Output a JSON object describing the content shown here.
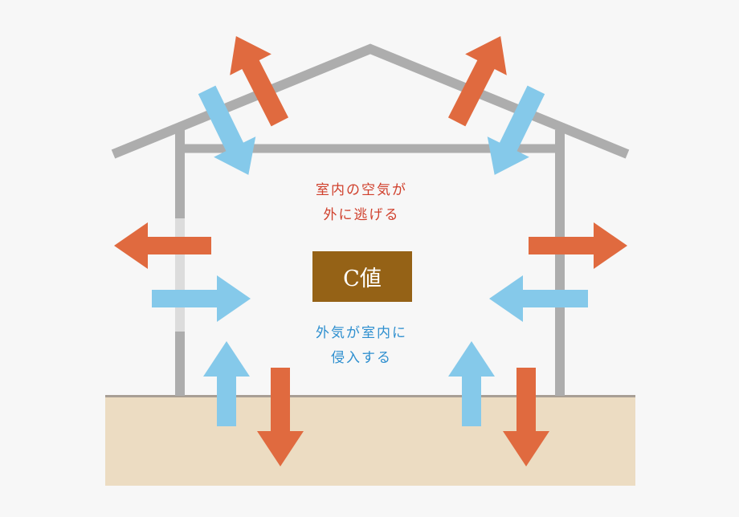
{
  "colors": {
    "background": "#f7f7f7",
    "frame": "#adadad",
    "ground": "#ecdcc2",
    "ground_line": "#a89f95",
    "outflow": "#e06a3f",
    "inflow": "#85c9ea",
    "c_box": "#956216",
    "label_out": "#d0402c",
    "label_in": "#2e8fcf"
  },
  "labels": {
    "air_out_line1": "室内の空気が",
    "air_out_line2": "外に逃げる",
    "air_in_line1": "外気が室内に",
    "air_in_line2": "侵入する",
    "c_value": "C値"
  },
  "icons": {
    "outflow": "arrow-out-icon",
    "inflow": "arrow-in-icon"
  }
}
